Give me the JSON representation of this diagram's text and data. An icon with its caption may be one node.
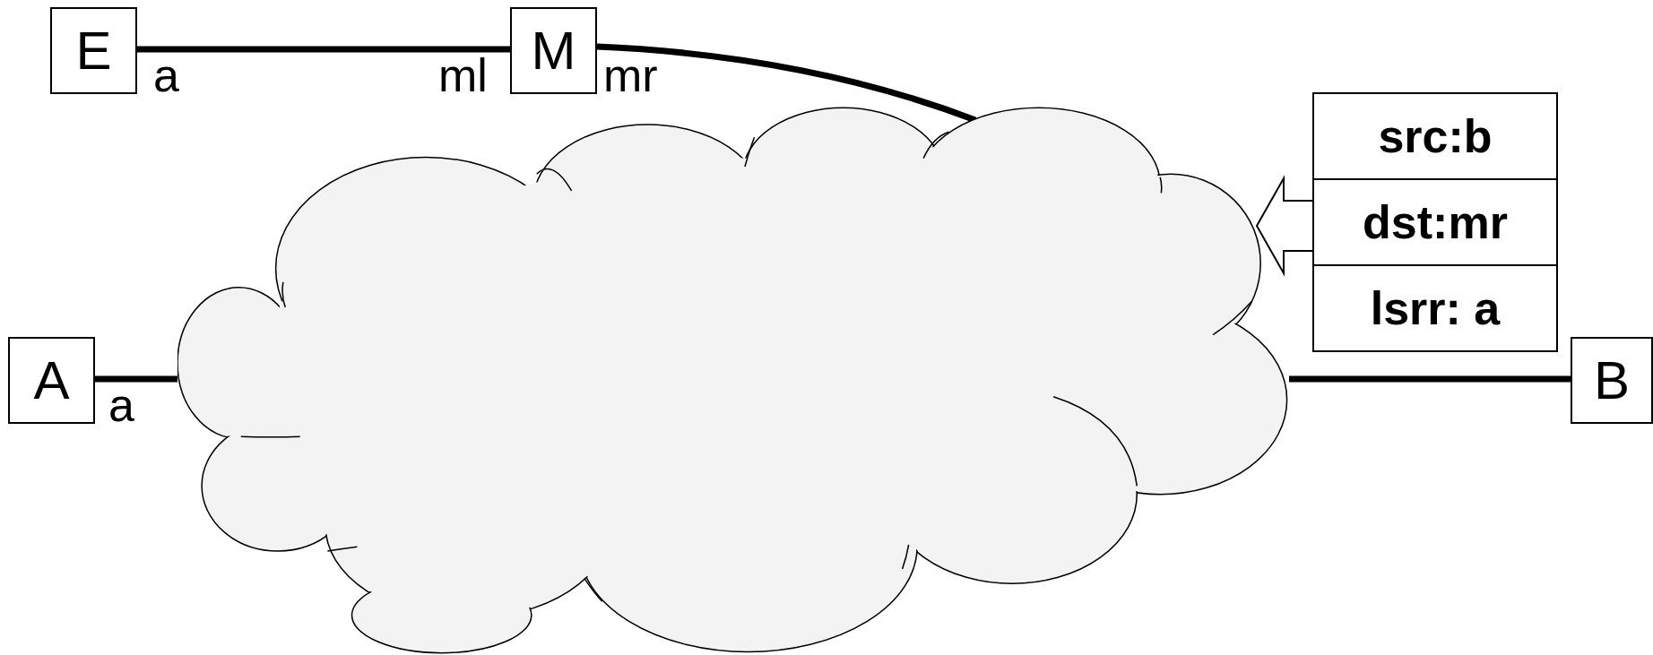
{
  "diagram": {
    "nodes": [
      {
        "text": [
          "E"
        ],
        "beside": [
          "a"
        ]
      },
      {
        "text": [
          "M"
        ],
        "beside": [
          "ml",
          "mr"
        ]
      },
      {
        "text": [
          "A"
        ],
        "beside": [
          "a"
        ]
      },
      {
        "text": [
          "B"
        ]
      },
      {
        "text": [],
        "shape": "cloud"
      },
      {
        "text": [
          "src:b",
          "dst:mr",
          "lsrr: a"
        ]
      }
    ],
    "edges": [
      {
        "from": 0,
        "to": 1,
        "arrow": "none"
      },
      {
        "from": 1,
        "to": 4,
        "arrow": "none"
      },
      {
        "from": 2,
        "to": 4,
        "arrow": "none"
      },
      {
        "from": 4,
        "to": 3,
        "arrow": "none"
      },
      {
        "from": 5,
        "to": 4,
        "arrow": "to"
      }
    ]
  }
}
